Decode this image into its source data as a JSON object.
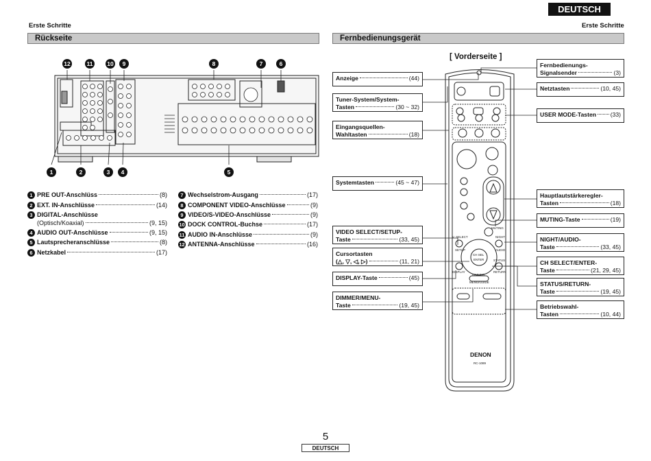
{
  "header": {
    "language_tab": "DEUTSCH",
    "left_small": "Erste Schritte",
    "right_small": "Erste Schritte",
    "left_section": "Rückseite",
    "right_section": "Fernbedienungsgerät"
  },
  "rear": {
    "legend": [
      {
        "num": "1",
        "label": "PRE OUT-Anschlüss",
        "page": "(8)"
      },
      {
        "num": "2",
        "label": "EXT. IN-Anschlüsse",
        "page": "(14)"
      },
      {
        "num": "3",
        "label": "DIGITAL-Anschlüsse",
        "sub": "(Optisch/Koaxial)",
        "page": "(9, 15)"
      },
      {
        "num": "4",
        "label": "AUDIO OUT-Anschlüsse",
        "page": "(9, 15)"
      },
      {
        "num": "5",
        "label": "Lautsprecheranschlüsse",
        "page": "(8)"
      },
      {
        "num": "6",
        "label": "Netzkabel",
        "page": "(17)"
      },
      {
        "num": "7",
        "label": "Wechselstrom-Ausgang",
        "page": "(17)"
      },
      {
        "num": "8",
        "label": "COMPONENT VIDEO-Anschlüsse",
        "page": "(9)"
      },
      {
        "num": "9",
        "label": "VIDEO/S-VIDEO-Anschlüsse",
        "page": "(9)"
      },
      {
        "num": "10",
        "label": "DOCK CONTROL-Buchse",
        "page": "(17)"
      },
      {
        "num": "11",
        "label": "AUDIO IN-Anschlüsse",
        "page": "(9)"
      },
      {
        "num": "12",
        "label": "ANTENNA-Anschlüsse",
        "page": "(16)"
      }
    ],
    "badges_top": [
      "12",
      "11",
      "10",
      "9",
      "8",
      "7",
      "6"
    ],
    "badges_bottom": [
      "1",
      "2",
      "3",
      "4",
      "5"
    ]
  },
  "remote": {
    "view_title": "[ Vorderseite ]",
    "brand": "DENON",
    "model": "RC-1089",
    "left_callouts": [
      {
        "title": "Anzeige",
        "page": "(44)"
      },
      {
        "title": "Tuner-System/System-",
        "title2": "Tasten",
        "page": "(30 ~ 32)"
      },
      {
        "title": "Eingangsquellen-",
        "title2": "Wahltasten",
        "page": "(18)"
      },
      {
        "title": "Systemtasten",
        "page": "(45 ~ 47)"
      },
      {
        "title": "VIDEO SELECT/SETUP-",
        "title2": "Taste",
        "page": "(33, 45)"
      },
      {
        "title": "Cursortasten",
        "title2": "(△, ▽, ◁, ▷)",
        "page": "(11, 21)"
      },
      {
        "title": "DISPLAY-Taste",
        "page": "(45)"
      },
      {
        "title": "DIMMER/MENU-",
        "title2": "Taste",
        "page": "(19, 45)"
      }
    ],
    "right_callouts": [
      {
        "title": "Fernbedienungs-",
        "title2": "Signalsender",
        "page": "(3)"
      },
      {
        "title": "Netztasten",
        "page": "(10, 45)"
      },
      {
        "title": "USER MODE-Tasten",
        "page": "(33)"
      },
      {
        "title": "Hauptlautstärkeregler-",
        "title2": "Tasten",
        "page": "(18)"
      },
      {
        "title": "MUTING-Taste",
        "page": "(19)"
      },
      {
        "title": "NIGHT/AUDIO-",
        "title2": "Taste",
        "page": "(33, 45)"
      },
      {
        "title": "CH SELECT/ENTER-",
        "title2": "Taste",
        "page": "(21, 29, 45)"
      },
      {
        "title": "STATUS/RETURN-",
        "title2": "Taste",
        "page": "(19, 45)"
      },
      {
        "title": "Betriebswahl-",
        "title2": "Tasten",
        "page": "(10, 44)"
      }
    ],
    "button_labels": {
      "v_select": "V. SELECT",
      "setup": "SETUP",
      "night": "NIGHT",
      "audio": "AUDIO",
      "display": "DISPLAY",
      "status": "STATUS",
      "return": "RETURN",
      "dimmer": "DIMMER",
      "menu_guide": "MENU/GUIDE",
      "muting": "MUTING",
      "ch_sel": "CH SEL",
      "enter": "ENTER"
    }
  },
  "footer": {
    "page_number": "5",
    "language": "DEUTSCH"
  }
}
